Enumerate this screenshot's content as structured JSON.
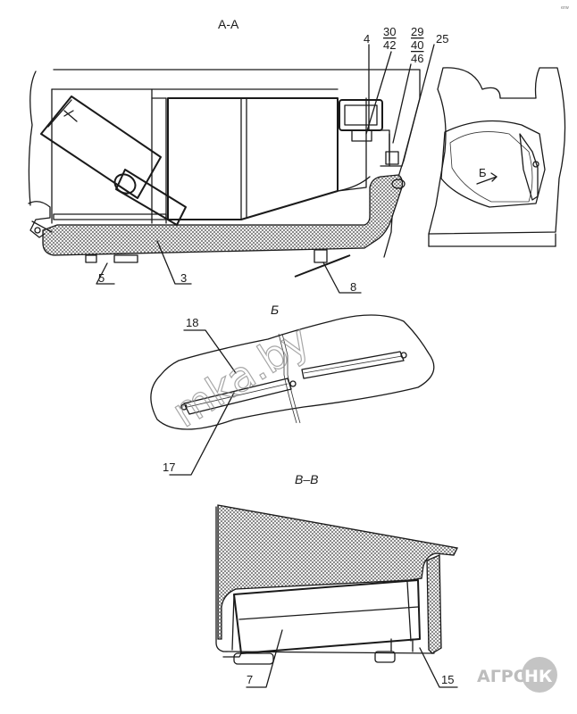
{
  "views": {
    "section_aa": "А-А",
    "detail_b": "Б",
    "section_vv": "В–В",
    "inset_arrow_b": "Б"
  },
  "callouts": {
    "c4": "4",
    "c30": "30",
    "c42": "42",
    "c29": "29",
    "c40": "40",
    "c46": "46",
    "c25": "25",
    "c5": "5",
    "c3": "3",
    "c8": "8",
    "c18": "18",
    "c17": "17",
    "c7": "7",
    "c15": "15"
  },
  "watermark": "mka.by",
  "logo": {
    "left": "АГРО",
    "right": "НК"
  },
  "corner_mark": "ᵉʳʷ"
}
